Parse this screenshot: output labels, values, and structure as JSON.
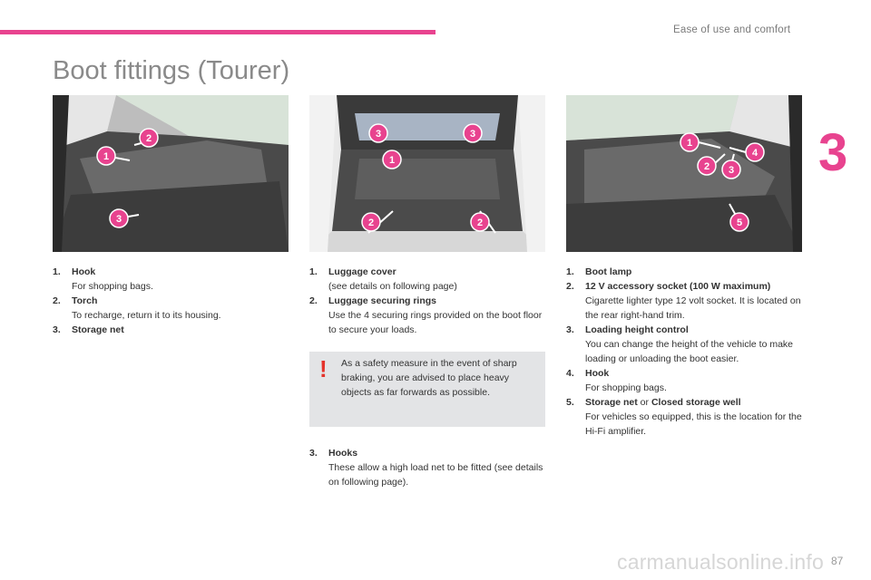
{
  "header": {
    "section_title": "Ease of use and comfort",
    "chapter": "3"
  },
  "page_title": "Boot fittings (Tourer)",
  "colors": {
    "accent": "#e8438f",
    "callout": "#ffffff",
    "warning": "#e4322b"
  },
  "figures": [
    {
      "callouts": [
        "2",
        "1",
        "3"
      ]
    },
    {
      "callouts": [
        "3",
        "3",
        "1",
        "2",
        "2"
      ]
    },
    {
      "callouts": [
        "1",
        "4",
        "2",
        "3",
        "5"
      ]
    }
  ],
  "col1": [
    {
      "num": "1.",
      "title": "Hook",
      "desc": "For shopping bags."
    },
    {
      "num": "2.",
      "title": "Torch",
      "desc": "To recharge, return it to its housing."
    },
    {
      "num": "3.",
      "title": "Storage net",
      "desc": ""
    }
  ],
  "col2": [
    {
      "num": "1.",
      "title": "Luggage cover",
      "desc": "(see details on following page)"
    },
    {
      "num": "2.",
      "title": "Luggage securing rings",
      "desc": "Use the 4 securing rings provided on the boot floor to secure your loads."
    }
  ],
  "warning": {
    "icon": "!",
    "text": "As a safety measure in the event of sharp braking, you are advised to place heavy objects as far forwards as possible."
  },
  "col2_extra": {
    "num": "3.",
    "title": "Hooks",
    "desc": "These allow a high load net to be fitted (see details on following page)."
  },
  "col3": [
    {
      "num": "1.",
      "title": "Boot lamp",
      "desc": ""
    },
    {
      "num": "2.",
      "title": "12 V accessory socket (100 W maximum)",
      "desc": "Cigarette lighter type 12 volt socket. It is located on the rear right-hand trim."
    },
    {
      "num": "3.",
      "title": "Loading height control",
      "desc": "You can change the height of the vehicle to make loading or unloading the boot easier."
    },
    {
      "num": "4.",
      "title": "Hook",
      "desc": "For shopping bags."
    },
    {
      "num": "5.",
      "title_a": "Storage net",
      "connector": " or ",
      "title_b": "Closed storage well",
      "desc": "For vehicles so equipped, this is the location for the Hi-Fi amplifier."
    }
  ],
  "footer": {
    "page_number": "87",
    "watermark": "carmanualsonline.info"
  }
}
